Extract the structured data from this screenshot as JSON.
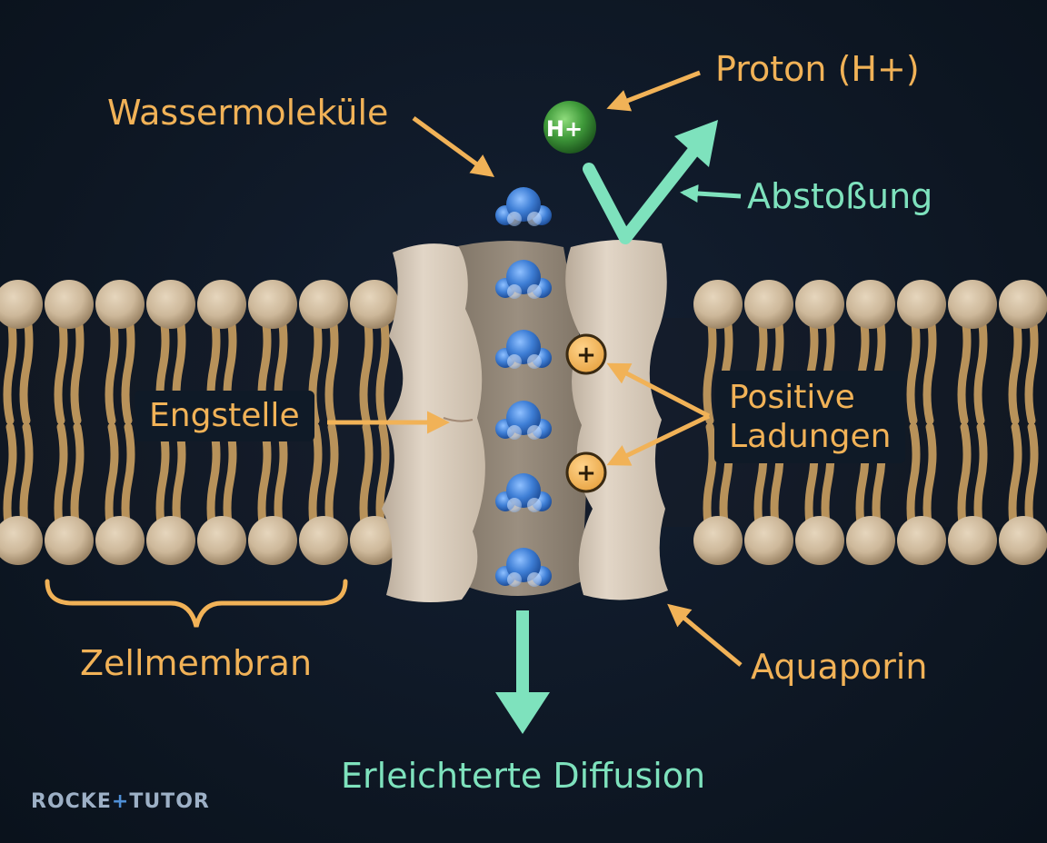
{
  "labels": {
    "water": "Wassermoleküle",
    "proton": "Proton (H+)",
    "repulsion": "Abstoßung",
    "constriction": "Engstelle",
    "positive_line1": "Positive",
    "positive_line2": "Ladungen",
    "membrane": "Zellmembran",
    "aquaporin": "Aquaporin",
    "diffusion": "Erleichterte Diffusion"
  },
  "proton_symbol": "H+",
  "charge_symbol": "+",
  "logo": {
    "part1": "ROCKE",
    "plus": "+",
    "part2": "TUTOR"
  },
  "colors": {
    "background": "#0e1724",
    "label_orange": "#f1b257",
    "label_teal": "#7ee2bd",
    "lipid_head": "#cdb89a",
    "lipid_tail": "#b8925a",
    "protein": "#d8cbbb",
    "water": "#3f7fd6",
    "proton": "#3f9a3a"
  }
}
